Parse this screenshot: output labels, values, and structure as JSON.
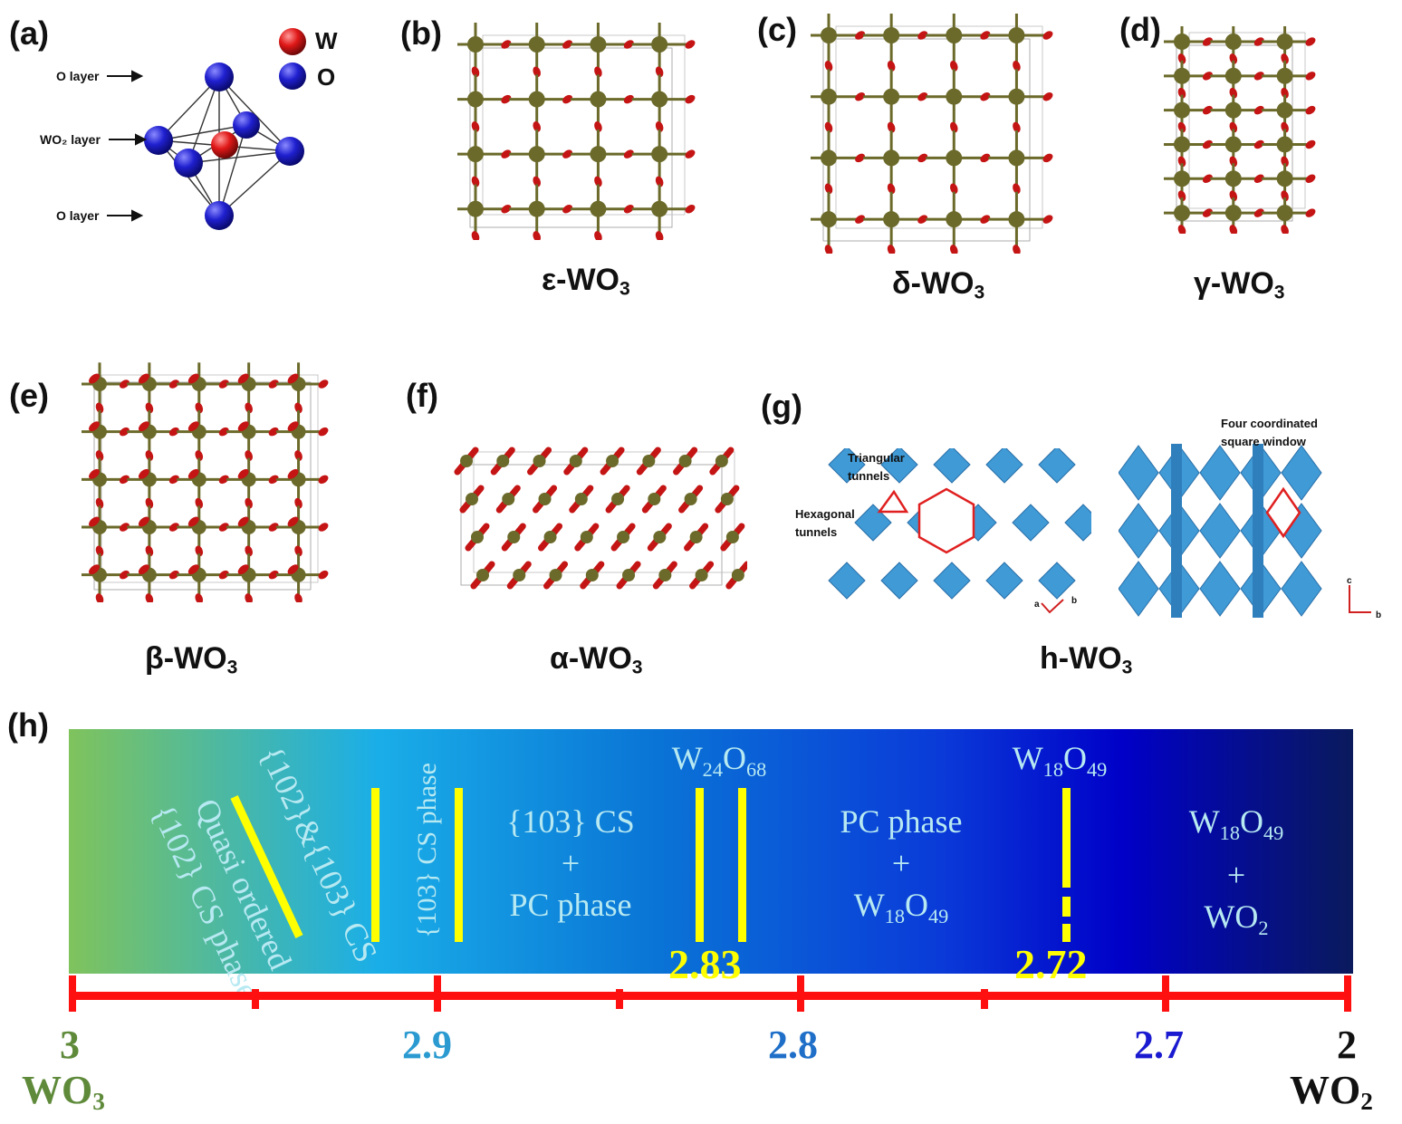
{
  "panels": {
    "a": {
      "label": "(a)",
      "legend_w": "W",
      "legend_o": "O",
      "o_layer_top": "O layer",
      "wo2_layer": "WO₂ layer",
      "o_layer_bottom": "O layer"
    },
    "b": {
      "label": "(b)",
      "phase": "ε-WO",
      "sub": "3"
    },
    "c": {
      "label": "(c)",
      "phase": "δ-WO",
      "sub": "3"
    },
    "d": {
      "label": "(d)",
      "phase": "γ-WO",
      "sub": "3"
    },
    "e": {
      "label": "(e)",
      "phase": "β-WO",
      "sub": "3"
    },
    "f": {
      "label": "(f)",
      "phase": "α-WO",
      "sub": "3"
    },
    "g": {
      "label": "(g)",
      "phase": "h-WO",
      "sub": "3",
      "triangular": "Triangular tunnels",
      "hexagonal": "Hexagonal tunnels",
      "square_window": "Four coordinated square window",
      "axis_a": "a",
      "axis_b": "b",
      "axis_c": "c",
      "axis_b2": "b"
    },
    "h": {
      "label": "(h)"
    }
  },
  "phase_bar": {
    "region1": [
      "Quasi ordered",
      "{102} CS phase"
    ],
    "region2": "{102}&{103} CS",
    "region3": "{103} CS phase",
    "region4": [
      "{103} CS",
      "+",
      "PC phase"
    ],
    "w24_main": "W",
    "w24_sub1": "24",
    "w24_mid": "O",
    "w24_sub2": "68",
    "region5": {
      "line1": "PC phase",
      "line2": "+",
      "w": "W",
      "sub1": "18",
      "o": "O",
      "sub2": "49"
    },
    "w18_label": {
      "w": "W",
      "sub1": "18",
      "o": "O",
      "sub2": "49"
    },
    "region6": {
      "w": "W",
      "sub1": "18",
      "o": "O",
      "sub2": "49",
      "plus": "+",
      "wo": "WO",
      "sub3": "2"
    },
    "mark1": "2.83",
    "mark2": "2.72"
  },
  "axis": {
    "ticks": [
      "3",
      "2.9",
      "2.8",
      "2.7",
      "2"
    ],
    "left_name": "WO",
    "left_sub": "3",
    "right_name": "WO",
    "right_sub": "2",
    "colors": {
      "t3": "#5e8a3a",
      "t29": "#2a9ad0",
      "t28": "#1f6fc8",
      "t27": "#1a1ad0",
      "t2": "#111111",
      "axis": "#ff1010"
    }
  },
  "colors": {
    "w_atom": "#e01818",
    "o_atom": "#1a1ac8",
    "crystal_w": "#6b6a2a",
    "crystal_o": "#c41414",
    "polyhedra": "#3f9ad6",
    "outline": "#e02020"
  }
}
